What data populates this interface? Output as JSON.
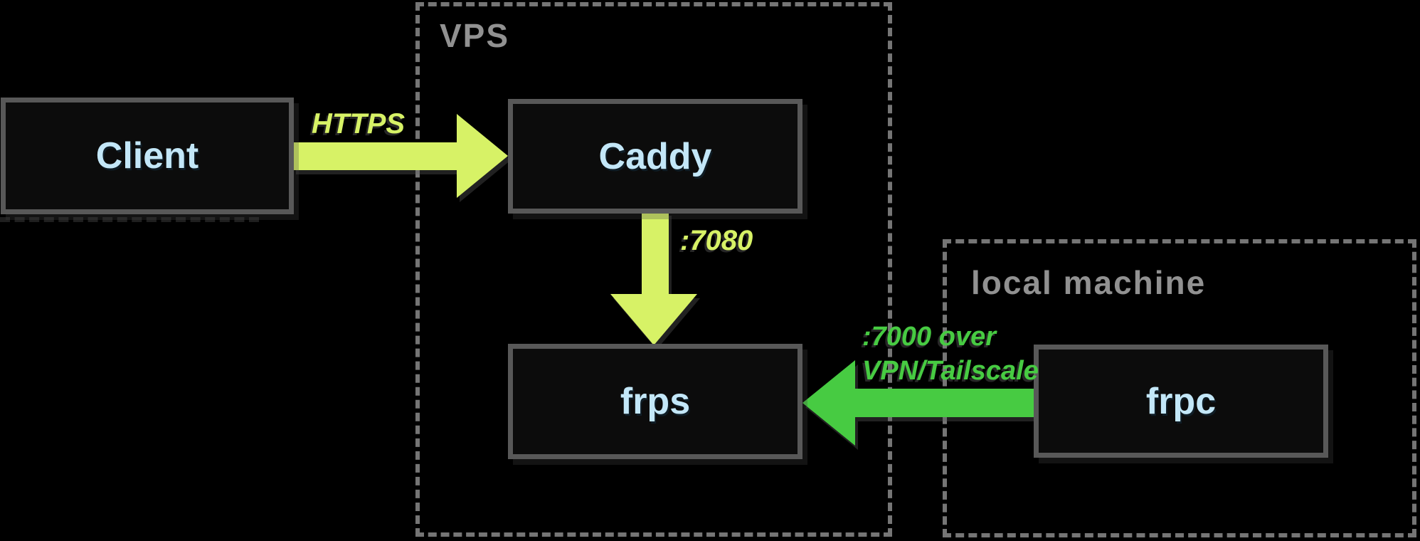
{
  "background": "#000000",
  "colors": {
    "box_fill": "#0c0c0c",
    "box_border": "#585858",
    "box_text": "#c3e7f8",
    "container_border": "#757575",
    "container_label": "#919191",
    "yellow_green": "#d7f266",
    "green": "#47cb42"
  },
  "containers": {
    "vps": {
      "label": "VPS"
    },
    "local_machine": {
      "label": "local machine"
    }
  },
  "nodes": {
    "client": {
      "label": "Client"
    },
    "caddy": {
      "label": "Caddy"
    },
    "frps": {
      "label": "frps"
    },
    "frpc": {
      "label": "frpc"
    }
  },
  "edges": {
    "client_to_caddy": {
      "label": "HTTPS",
      "from": "Client",
      "to": "Caddy",
      "direction": "right"
    },
    "caddy_to_frps": {
      "label": ":7080",
      "from": "Caddy",
      "to": "frps",
      "direction": "down"
    },
    "frpc_to_frps": {
      "label_line1": ":7000 over",
      "label_line2": "VPN/Tailscale",
      "from": "frpc",
      "to": "frps",
      "direction": "left"
    }
  }
}
